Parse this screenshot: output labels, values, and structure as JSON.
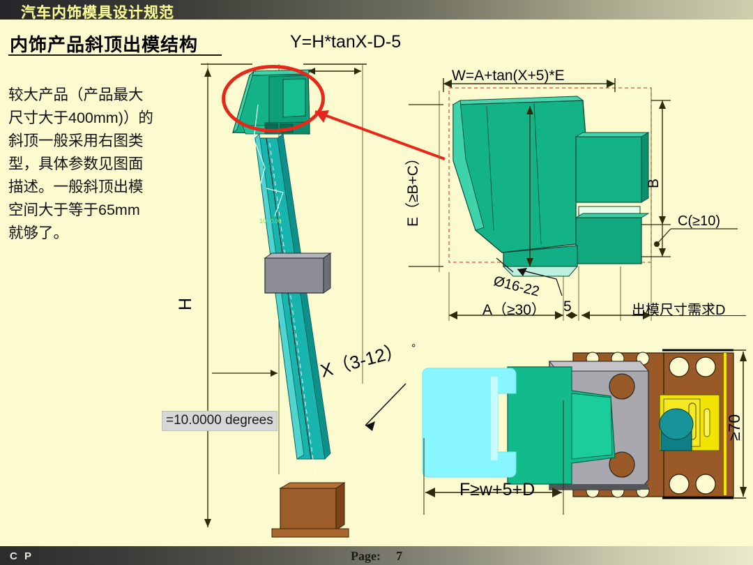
{
  "header": {
    "title": "汽车内饰模具设计规范"
  },
  "subtitle": "内饰产品斜顶出模结构",
  "body_text": "较大产品（产品最大尺寸大于400mm)）的斜顶一般采用右图类型，具体参数见图面描述。一般斜顶出模空间大于等于65mm就够了。",
  "annotations": {
    "formula_y": "Y=H*tanX-D-5",
    "formula_w": "W=A+tan(X+5)*E",
    "dim_h": "H",
    "dim_e": "E（≥B+C）",
    "dim_b": "B",
    "dim_c": "C(≥10)",
    "dim_a": "A（≥30）",
    "dim_five": "5",
    "dim_diameter": "Ø16-22",
    "dim_demold": "出模尺寸需求D",
    "dim_x": "X（3-12）",
    "degree_symbol": "°",
    "angle_tooltip": "=10.0000 degrees",
    "dim_f": "F≥w+5+D",
    "dim_70": "≥70"
  },
  "footer": {
    "logo": "C P",
    "page_label": "Page:",
    "page_number": "7"
  },
  "colors": {
    "background": "#fbfbcf",
    "accent_red": "#e8271a",
    "part_green": "#13b387",
    "part_teal": "#17b3ad",
    "part_cyan": "#88f6ff",
    "plate_brown": "#9a5a28",
    "block_gray": "#a8a8ae",
    "insert_yellow": "#f0e400",
    "title_yellow": "#ffff9e",
    "line_dark": "#2b2b0a"
  }
}
